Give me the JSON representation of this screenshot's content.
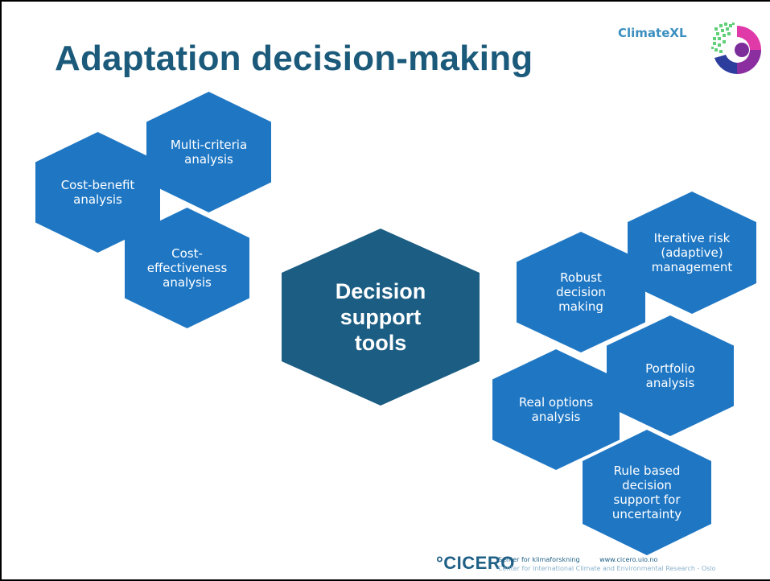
{
  "slide": {
    "title": "Adaptation decision-making",
    "brand": "ClimateXL",
    "center": "Decision\nsupport\ntools",
    "left_tools": [
      "Cost-benefit\nanalysis",
      "Multi-criteria\nanalysis",
      "Cost-\neffectiveness\nanalysis"
    ],
    "right_tools": [
      "Robust\ndecision\nmaking",
      "Iterative risk\n(adaptive)\nmanagement",
      "Portfolio\nanalysis",
      "Real options\nanalysis",
      "Rule based\ndecision\nsupport for\nuncertainty"
    ]
  },
  "footer": {
    "org": "°CICERO",
    "line1_a": "Senter for klimaforskning",
    "line1_b": "www.cicero.uio.no",
    "line2": "Center for International Climate and Environmental Research - Oslo"
  },
  "colors": {
    "title": "#1b5a7a",
    "hex": "#1f77c4",
    "center_hex": "#1b5d83",
    "brand": "#3a8fc0"
  }
}
